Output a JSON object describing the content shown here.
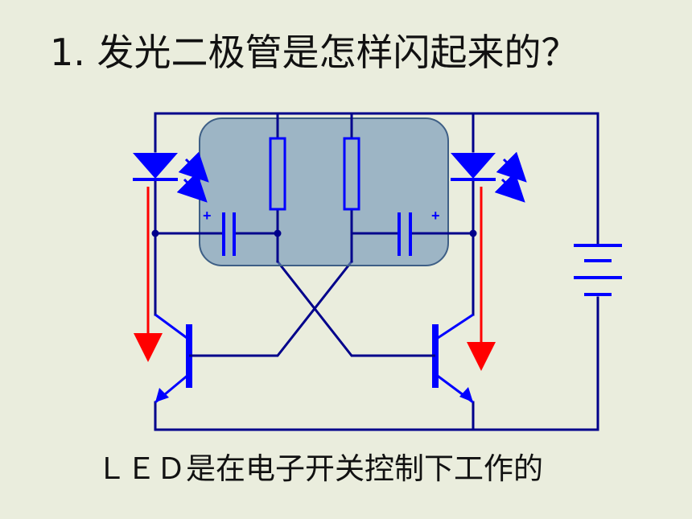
{
  "slide": {
    "title": "1. 发光二极管是怎样闪起来的？",
    "caption": "ＬＥＤ是在电子开关控制下工作的"
  },
  "diagram": {
    "components": {
      "highlight_box": "timing-network-overlay",
      "leds": [
        "left-led-icon",
        "right-led-icon"
      ],
      "resistors": [
        "left-resistor",
        "right-resistor"
      ],
      "capacitors": [
        "left-capacitor",
        "right-capacitor"
      ],
      "transistors": [
        "left-transistor",
        "right-transistor"
      ],
      "battery": "battery-icon"
    },
    "capacitor_polarity_label": "+",
    "colors": {
      "background": "#eaeddd",
      "wire": "#00008b",
      "component_blue": "#0000ff",
      "current_arrow": "#ff0000",
      "highlight_fill": "#6d93b7",
      "highlight_stroke": "#3e5f86"
    }
  }
}
